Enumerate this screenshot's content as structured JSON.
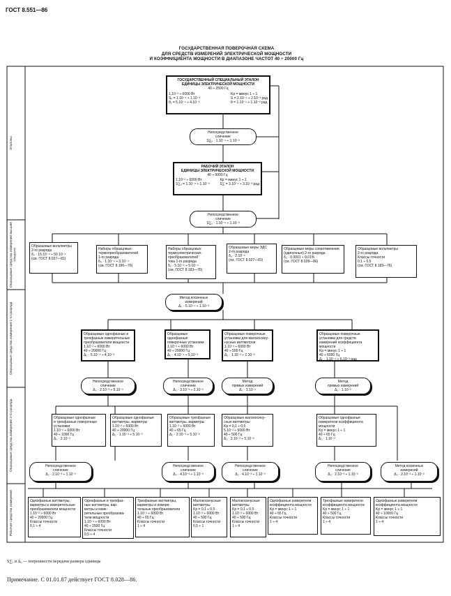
{
  "header": "ГОСТ 8.551—86",
  "title": [
    "ГОСУДАРСТВЕННАЯ ПОВЕРОЧНАЯ СХЕМА",
    "ДЛЯ СРЕДСТВ ИЗМЕРЕНИЙ ЭЛЕКТРИЧЕСКОЙ МОЩНОСТИ",
    "И КОЭФФИЦИЕНТА МОЩНОСТИ В ДИАПАЗОНЕ ЧАСТОТ 40 ÷ 20000 Гц"
  ],
  "left_labels": [
    "Эталоны",
    "Образцовые средства измерений высшей точности",
    "Образцовые средства измерений 1-го разряда",
    "Образцовые средства измерений 2-го разряда",
    "Рабочие средства измерений"
  ],
  "primary_standard": {
    "l1": "ГОСУДАРСТВЕННЫЙ СПЕЦИАЛЬНЫЙ ЭТАЛОН",
    "l2": "ЕДИНИЦЫ ЭЛЕКТРИЧЕСКОЙ МОЩНОСТИ",
    "l3": "40 ÷ 2500 Гц",
    "p1": "1,10⁻² ÷ 6000 Вт",
    "p2": "Kр = минус 1 ÷ 1",
    "p3": "Sₒ = 1.10⁻⁴ ÷ 1.10⁻³",
    "p4": "S = 2.10⁻⁴ ÷ 2.10⁻³ рад",
    "p5": "θ₁ = 5.10⁻⁴ ÷ 4.10⁻³",
    "p6": "θ = 1.10⁻⁴ ÷ 1.10⁻³ рад"
  },
  "pill_1": {
    "l1": "Непосредственное",
    "l2": "сличение",
    "l3": "S∑ₒ · 1.10⁻⁴ ÷ 1.10⁻³"
  },
  "working_standard": {
    "l1": "РАБОЧИЙ ЭТАЛОН",
    "l2": "ЕДИНИЦЫ ЭЛЕКТРИЧЕСКОЙ МОЩНОСТИ",
    "l3": "40 ÷ 5000 Гц",
    "p1": "1,10⁻² ÷ 6000 Вт",
    "p2": "Kр = минус 1 ÷ 1",
    "p3": "S∑ₒ = 1.10⁻⁴ ÷ 1.10⁻³",
    "p4": "S∑ = 3.10⁻⁴ ÷ 3.10⁻³ рад"
  },
  "pill_2": {
    "l1": "Непосредственное",
    "l2": "сличение",
    "l3": "S∑ₒ · 1.10⁻⁴ ÷ 1.10⁻³"
  },
  "top_boxes": [
    {
      "l1": "Образцовые вольтметры",
      "l2": "2-го разряда",
      "l3": "δ₀ · 15.10⁻⁴ ÷ 50.10⁻⁴",
      "l4": "(см. ГОСТ 8.027—81)"
    },
    {
      "l1": "Наборы образцовых",
      "l2": "термопреобразователей",
      "l3": "1-го разряда",
      "l4": "δ₀ · 1.10⁻⁴ ÷ 3.10⁻⁴",
      "l5": "(см. ГОСТ 8.186—76)"
    },
    {
      "l1": "Наборы образцовых",
      "l2": "термоэлектрических",
      "l3": "преобразователей",
      "l4": "тока 1-го разряда",
      "l5": "δ₀ · 5.10⁻⁵ ÷ 5.10⁻⁴",
      "l6": "(см. ГОСТ 8.183—76)"
    },
    {
      "l1": "Образцовые меры ЭДС",
      "l2": "2-го разряда",
      "l3": "δ₀ · 2.10⁻⁵",
      "l4": "(см. ГОСТ 8.027—81)"
    },
    {
      "l1": "Образцовые меры сопротивления",
      "l2": "(одиночные) 2-го разряда",
      "l3": "δ₀ · 0,0001 ÷ 0,01%",
      "l4": "(см. ГОСТ 8.028—86)"
    },
    {
      "l1": "Образцовые вольтметры",
      "l2": "2-го разряда",
      "l3": "Классы точности",
      "l4": "0,1 ÷ 0,5",
      "l5": "(см. ГОСТ 8.183—76)"
    }
  ],
  "pill_3": {
    "l1": "Метод косвенных",
    "l2": "измерений",
    "l3": "Δ₀ · 5.10⁻⁴ ÷ 1.10⁻³"
  },
  "mid_boxes": [
    {
      "l1": "Образцовые однофазные и",
      "l2": "трехфазные измерительные",
      "l3": "преобразователи мощности",
      "l4": "1.10⁻² ÷ 6000 Вт",
      "l5": "40 ÷ 20000 Гц",
      "l6": "Δ₀ · 5.10⁻⁴ ÷ 4.10⁻³"
    },
    {
      "l1": "Образцовые однофазные",
      "l2": "поверочные установки",
      "l3": "1.10⁻² ÷ 6000 Вт",
      "l4": "40 ÷ 20000 Гц",
      "l5": "Δ₀ · 4.10⁻⁴ ÷ 5.10⁻³"
    },
    {
      "l1": "Образцовые поверочные",
      "l2": "установки для малокосину-",
      "l3": "нусных ваттметров",
      "l4": "1.10⁻² ÷ 6000 Вт",
      "l5": "40 ÷ 500 Гц",
      "l6": "Δ₀ · 1.10⁻³ ÷ 2.10⁻³"
    },
    {
      "l1": "Образцовые поверочные",
      "l2": "установки для средств",
      "l3": "измерений коэффициента",
      "l4": "мощности",
      "l5": "Kр = минус 1 ÷ 1",
      "l6": "40 ÷ 6000 Гц",
      "l7": "Δ₀ · 1.10⁻⁴ ÷ 6.10⁻³ рад"
    }
  ],
  "row2_pills": [
    {
      "l1": "Непосредственное",
      "l2": "сличение",
      "l3": "Δ₀ · 2.10⁻³ ÷ 5.10⁻³"
    },
    {
      "l1": "Непосредственное",
      "l2": "сличение",
      "l3": "Δ₀ · 3.10⁻³ ÷ 2.10⁻²"
    },
    {
      "l1": "Метод",
      "l2": "прямых измерений",
      "l3": "Δ₀ · 1.10⁻²"
    },
    {
      "l1": "Метод",
      "l2": "прямых измерений",
      "l3": "Δ₀ · 1.10⁻²"
    }
  ],
  "second_boxes": [
    {
      "l1": "Образцовые однофазные",
      "l2": "и трехфазные поверочные",
      "l3": "установки",
      "l4": "1.10⁻² ÷ 6000 Вт",
      "l5": "40 ÷ 1000 Гц",
      "l6": "Δ₀ · 2.10⁻³"
    },
    {
      "l1": "Образцовые однофазные",
      "l2": "ваттметры, варметры",
      "l3": "1.10⁻² ÷ 6000 Вт",
      "l4": "40 ÷ 20000 Гц",
      "l5": "Δ₀ · 1.10⁻³ ÷ 5.10⁻³"
    },
    {
      "l1": "Образцовые трехфазные",
      "l2": "ваттметры, варметры",
      "l3": "1.10⁻² ÷ 6000 Вт",
      "l4": "40 ÷ 65 Гц",
      "l5": "Δ₀ · 2.10⁻³ ÷ 5.10⁻³"
    },
    {
      "l1": "Образцовые малокосину-",
      "l2": "сные ваттметры",
      "l3": "Kр = 0,1 ÷ 0,5",
      "l4": "5.10⁻² ÷ 6000 Вт",
      "l5": "40 ÷ 500 Гц",
      "l6": "Δ₀ · 2.10⁻³ ÷ 5.10⁻³"
    },
    {
      "l1": "Образцовые однофазные",
      "l2": "измерители коэффициента",
      "l3": "мощности",
      "l4": "Kр = минус 1 ÷ 1",
      "l5": "40 ÷ 65 Гц",
      "l6": "Δ₀ · 1.10⁻²"
    }
  ],
  "row3_pills": [
    {
      "l1": "Непосредственное",
      "l2": "сличение",
      "l3": "Δ₀ · 2.10⁻³ ÷ 1.10⁻²"
    },
    {
      "l1": "Непосредственное",
      "l2": "сличение",
      "l3": "Δ₀ · 4.10⁻³ ÷ 1.10⁻²"
    },
    {
      "l1": "Непосредственное",
      "l2": "сличение",
      "l3": "Δ₀ · 4.10⁻³ ÷ 1.10⁻²"
    },
    {
      "l1": "Непосредственное",
      "l2": "сличение",
      "l3": "Δ₀ · 2.10⁻³ ÷ 1.10⁻²"
    },
    {
      "l1": "Метод косвенных",
      "l2": "измерений",
      "l3": "Δ₀ · 2.10⁻³ ÷ 1.10⁻²"
    }
  ],
  "working_boxes": [
    {
      "l1": "Однофазные ваттметры,",
      "l2": "варметры и измерительные",
      "l3": "преобразователи мощности",
      "l4": "1.10⁻² ÷ 6000 Вт",
      "l5": "40 ÷ 20000 Гц",
      "l6": "Классы точности",
      "l7": "0,1 ÷ 4"
    },
    {
      "l1": "Однофазные и трехфаз-",
      "l2": "ные ваттметры, вар-",
      "l3": "метры и изме-",
      "l4": "рительные преобразова-",
      "l5": "тели мощности",
      "l6": "1.10⁻² ÷ 6000 Вт",
      "l7": "40 ÷ 2500 Гц",
      "l8": "Классы точности",
      "l9": "0,5 ÷ 4"
    },
    {
      "l1": "Трехфазные ваттметры,",
      "l2": "варметры и измери-",
      "l3": "тельные преобразователи",
      "l4": "1.10⁻² ÷ 6000 Вт",
      "l5": "40 ÷ 65 Гц",
      "l6": "Классы точности",
      "l7": "1 ÷ 4"
    },
    {
      "l1": "Малокосинусные",
      "l2": "ваттметры",
      "l3": "Kр = 0,1 ÷ 0,5",
      "l4": "1.10⁻² ÷ 6000 Вт",
      "l5": "40 ÷ 500 Гц",
      "l6": "Классы точности",
      "l7": "0,5 ÷ 1"
    },
    {
      "l1": "Малокосинусные",
      "l2": "ваттметры",
      "l3": "Kр = 0,1 ÷ 0,5",
      "l4": "1.10⁻² ÷ 6000 Вт",
      "l5": "40 ÷ 500 Гц",
      "l6": "Классы точности",
      "l7": "1 ÷ 4"
    },
    {
      "l1": "Однофазные измерители",
      "l2": "коэффициента мощности",
      "l3": "Kр = минус 1 ÷ 1",
      "l4": "40 ÷ 65 Гц",
      "l5": "Классы точности",
      "l6": "1 ÷ 4"
    },
    {
      "l1": "Трехфазные измерители",
      "l2": "коэффициента мощности",
      "l3": "Kр = минус 1 ÷ 1",
      "l4": "40 ÷ 500 Гц",
      "l5": "Классы точности",
      "l6": "1 ÷ 4"
    },
    {
      "l1": "Однофазные измерители",
      "l2": "коэффициента мощности",
      "l3": "Kр = минус 1 ÷ 1",
      "l4": "40 ÷ 10000 Гц",
      "l5": "Классы точности",
      "l6": "1 ÷ 4"
    }
  ],
  "legend_note": "S∑ₒ и Δ₀ — погрешности передачи размера единицы",
  "footnote": "Примечание. С 01.01.87 действует ГОСТ 8.028—86."
}
